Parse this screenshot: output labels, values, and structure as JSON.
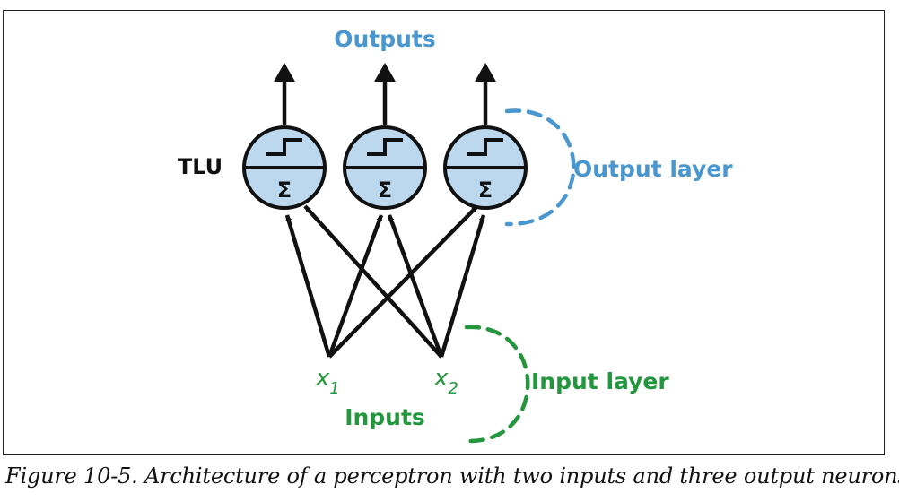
{
  "colors": {
    "outputs": "#4a97cf",
    "inputs": "#23963e",
    "neuron_fill": "#bcd8ee",
    "stroke": "#111111"
  },
  "labels": {
    "outputs": "Outputs",
    "tlu": "TLU",
    "output_layer": "Output layer",
    "input_layer": "Input layer",
    "inputs": "Inputs",
    "x1_base": "x",
    "x1_sub": "1",
    "x2_base": "x",
    "x2_sub": "2",
    "sigma": "Σ"
  },
  "caption": "Figure 10-5. Architecture of a perceptron with two inputs and three output neurons"
}
